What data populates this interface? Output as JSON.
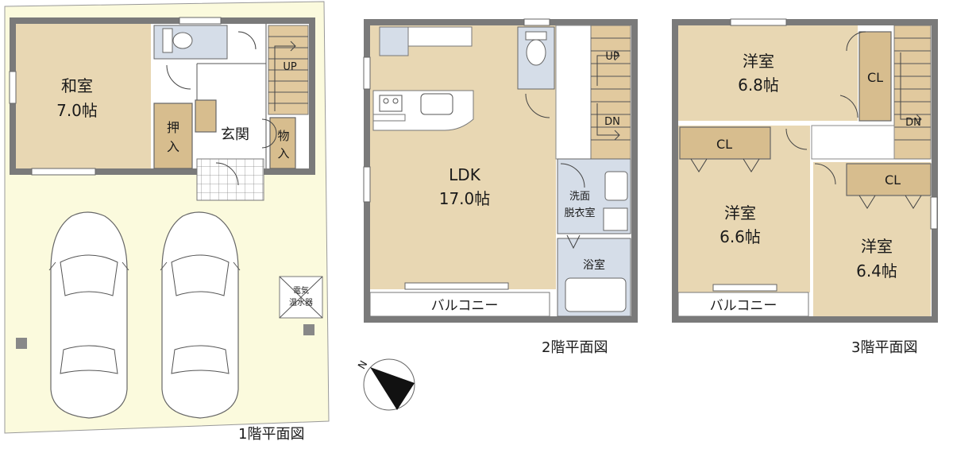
{
  "floors": [
    {
      "id": "floor1",
      "caption": "1階平面図",
      "rooms": [
        {
          "id": "washitsu",
          "name": "和室",
          "size": "7.0帖"
        },
        {
          "id": "oshiire",
          "name": "押入"
        },
        {
          "id": "genkan",
          "name": "玄関"
        },
        {
          "id": "monoire",
          "name": "物入"
        }
      ],
      "stair_label": "UP",
      "water_heater": "電気温水器"
    },
    {
      "id": "floor2",
      "caption": "2階平面図",
      "rooms": [
        {
          "id": "ldk",
          "name": "LDK",
          "size": "17.0帖"
        },
        {
          "id": "senmen",
          "name": "洗面脱衣室"
        },
        {
          "id": "yokushitsu",
          "name": "浴室"
        },
        {
          "id": "balcony2",
          "name": "バルコニー"
        }
      ],
      "stair_up": "UP",
      "stair_down": "DN"
    },
    {
      "id": "floor3",
      "caption": "3階平面図",
      "rooms": [
        {
          "id": "yoshitsu-a",
          "name": "洋室",
          "size": "6.8帖"
        },
        {
          "id": "yoshitsu-b",
          "name": "洋室",
          "size": "6.6帖"
        },
        {
          "id": "yoshitsu-c",
          "name": "洋室",
          "size": "6.4帖"
        },
        {
          "id": "balcony3",
          "name": "バルコニー"
        }
      ],
      "closet_label": "CL",
      "stair_down": "DN"
    }
  ],
  "compass": {
    "north_label": "N"
  }
}
